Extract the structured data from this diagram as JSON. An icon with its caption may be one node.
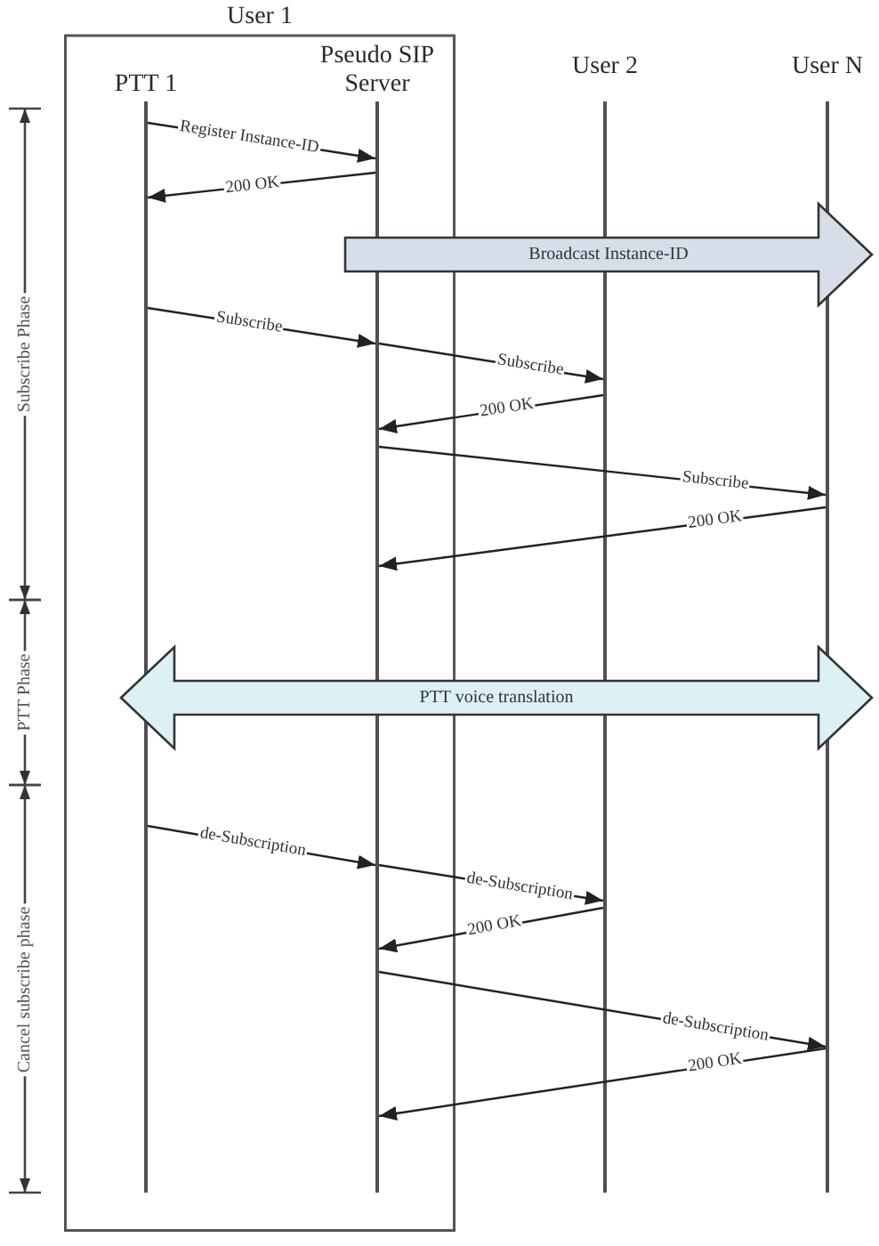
{
  "diagram": {
    "nodes": [
      {
        "text": [
          "User 1"
        ]
      },
      {
        "text": [
          "PTT 1"
        ],
        "in": 0
      },
      {
        "text": [
          "Pseudo SIP Server"
        ],
        "in": 0
      },
      {
        "text": [
          "User 2"
        ]
      },
      {
        "text": [
          "User N"
        ]
      }
    ],
    "edges": [
      {
        "from": 1,
        "to": 2,
        "arrow": "to",
        "label": "Register Instance-ID"
      },
      {
        "from": 2,
        "to": 1,
        "arrow": "to",
        "label": "200 OK"
      },
      {
        "from": 2,
        "to": 4,
        "arrow": "to",
        "label": "Broadcast Instance-ID",
        "style": "thick",
        "color": "#d6dfe9"
      },
      {
        "from": 1,
        "to": 2,
        "arrow": "to",
        "label": "Subscribe"
      },
      {
        "from": 2,
        "to": 3,
        "arrow": "to",
        "label": "Subscribe"
      },
      {
        "from": 3,
        "to": 2,
        "arrow": "to",
        "label": "200 OK"
      },
      {
        "from": 2,
        "to": 4,
        "arrow": "to",
        "label": "Subscribe"
      },
      {
        "from": 4,
        "to": 2,
        "arrow": "to",
        "label": "200 OK"
      },
      {
        "from": 1,
        "to": 4,
        "arrow": "both",
        "label": "PTT voice translation",
        "style": "thick",
        "color": "#ddf0f6"
      },
      {
        "from": 1,
        "to": 2,
        "arrow": "to",
        "label": "de-Subscription"
      },
      {
        "from": 2,
        "to": 3,
        "arrow": "to",
        "label": "de-Subscription"
      },
      {
        "from": 3,
        "to": 2,
        "arrow": "to",
        "label": "200 OK"
      },
      {
        "from": 2,
        "to": 4,
        "arrow": "to",
        "label": "de-Subscription"
      },
      {
        "from": 4,
        "to": 2,
        "arrow": "to",
        "label": "200 OK"
      }
    ],
    "labels": [
      "Subscribe Phase",
      "PTT Phase",
      "Cancel subscribe phase"
    ]
  }
}
